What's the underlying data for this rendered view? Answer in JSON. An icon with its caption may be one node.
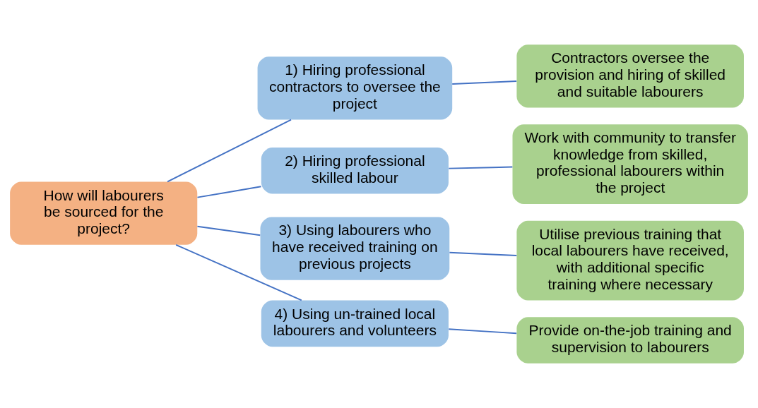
{
  "diagram": {
    "nodes": [
      {
        "text": [
          "How will labourers be sourced for the project?"
        ]
      },
      {
        "text": [
          "1) Hiring professional contractors to oversee the project"
        ]
      },
      {
        "text": [
          "2) Hiring professional skilled labour"
        ]
      },
      {
        "text": [
          "3) Using labourers who have received training on previous projects"
        ]
      },
      {
        "text": [
          "4) Using un-trained local labourers and volunteers"
        ]
      },
      {
        "text": [
          "Contractors oversee the provision and hiring of skilled and suitable labourers"
        ]
      },
      {
        "text": [
          "Work with community to transfer knowledge from skilled, professional labourers within the project"
        ]
      },
      {
        "text": [
          "Utilise previous training that local labourers have received, with additional specific training where necessary"
        ]
      },
      {
        "text": [
          "Provide on-the-job training and supervision to labourers"
        ]
      }
    ],
    "edges": [
      {
        "from": 0,
        "to": 1,
        "arrow": "none"
      },
      {
        "from": 0,
        "to": 2,
        "arrow": "none"
      },
      {
        "from": 0,
        "to": 3,
        "arrow": "none"
      },
      {
        "from": 0,
        "to": 4,
        "arrow": "none"
      },
      {
        "from": 1,
        "to": 5,
        "arrow": "none"
      },
      {
        "from": 2,
        "to": 6,
        "arrow": "none"
      },
      {
        "from": 3,
        "to": 7,
        "arrow": "none"
      },
      {
        "from": 4,
        "to": 8,
        "arrow": "none"
      }
    ]
  }
}
